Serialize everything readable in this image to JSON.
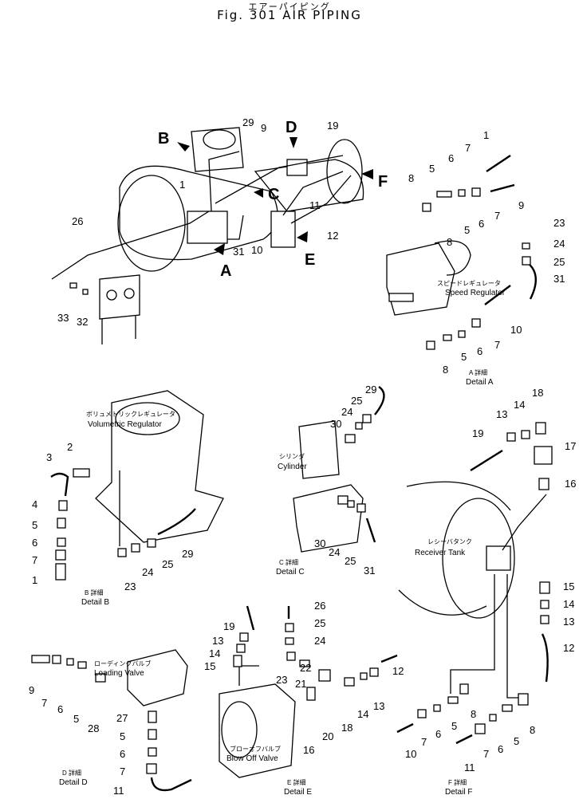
{
  "header": {
    "title_jp": "エアーパイピング",
    "title_en": "Fig. 301    AIR    PIPING"
  },
  "overview": {
    "arrows": [
      "A",
      "B",
      "C",
      "D",
      "E",
      "F"
    ],
    "parts": [
      "29",
      "9",
      "19",
      "1",
      "11",
      "12",
      "31",
      "10",
      "26",
      "33",
      "32"
    ]
  },
  "detail_a": {
    "part_jp": "スピードレギュレータ",
    "part_name": "Speed Regulator",
    "caption_jp": "A 詳細",
    "caption": "Detail A",
    "parts": [
      "1",
      "7",
      "6",
      "5",
      "8",
      "9",
      "7",
      "5",
      "6",
      "8",
      "23",
      "24",
      "25",
      "31",
      "10",
      "7",
      "6",
      "5",
      "8"
    ]
  },
  "detail_b": {
    "part_jp": "ボリュメトリックレギュレータ",
    "part_name": "Volumetric Regulator",
    "caption_jp": "B 詳細",
    "caption": "Detail B",
    "parts": [
      "2",
      "3",
      "4",
      "5",
      "6",
      "7",
      "1",
      "23",
      "24",
      "25",
      "29"
    ]
  },
  "detail_c": {
    "part_jp": "シリンダ",
    "part_name": "Cylinder",
    "caption_jp": "C 詳細",
    "caption": "Detail C",
    "parts": [
      "29",
      "25",
      "24",
      "30",
      "30",
      "24",
      "25",
      "31"
    ]
  },
  "detail_f_top": {
    "part_jp": "レシーバタンク",
    "part_name": "Receiver Tank",
    "parts": [
      "18",
      "14",
      "13",
      "19",
      "17",
      "16",
      "15",
      "14",
      "13",
      "12"
    ]
  },
  "detail_d": {
    "part_jp": "ローディングバルブ",
    "part_name": "Loading Valve",
    "caption_jp": "D 詳細",
    "caption": "Detail D",
    "parts": [
      "9",
      "7",
      "6",
      "5",
      "28",
      "27",
      "5",
      "6",
      "7",
      "11"
    ]
  },
  "detail_e": {
    "part_jp": "ブローオフバルブ",
    "part_name": "Blow Off Valve",
    "caption_jp": "E 詳細",
    "caption": "Detail E",
    "parts": [
      "19",
      "13",
      "14",
      "15",
      "26",
      "25",
      "24",
      "23",
      "21",
      "22",
      "12",
      "13",
      "14",
      "18",
      "20",
      "16"
    ]
  },
  "detail_f": {
    "caption_jp": "F 詳細",
    "caption": "Detail F",
    "parts": [
      "8",
      "5",
      "6",
      "7",
      "10",
      "11",
      "7",
      "6",
      "5",
      "8"
    ]
  }
}
